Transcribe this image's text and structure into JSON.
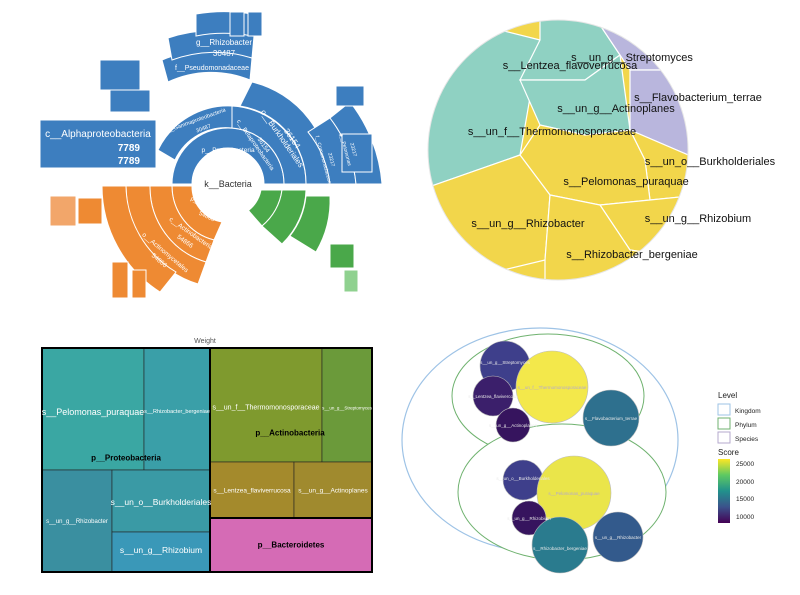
{
  "sunburst": {
    "root_label": "k__Bacteria",
    "nodes": [
      {
        "id": "proteo",
        "label": "p__Proteobacteria",
        "value_text": "74430"
      },
      {
        "id": "actino_p",
        "label": "p__Actinobacteria",
        "value_text": "54866"
      },
      {
        "id": "actino_c",
        "label": "c__Actinobacteria",
        "value_text": "54866"
      },
      {
        "id": "actino_o",
        "label": "o__Actinomycetales",
        "value_text": "54866"
      },
      {
        "id": "alpha",
        "label": "c__Alphaproteobacteria",
        "value_text": "7789"
      },
      {
        "id": "gamma",
        "label": "c__Gammaproteobacteria",
        "value_text": "30487"
      },
      {
        "id": "pseudo_o",
        "label": "o__Pseudomonadales",
        "value_text": "30487"
      },
      {
        "id": "pseudo_f",
        "label": "f__Pseudomonadaceae",
        "value_text": "30487"
      },
      {
        "id": "rhizo_g",
        "label": "g__Rhizobacter",
        "value_text": "30487"
      },
      {
        "id": "beta",
        "label": "c__Betaproteobacteria",
        "value_text": "36154"
      },
      {
        "id": "burk",
        "label": "o__Burkholderiales",
        "value_text": "36154"
      },
      {
        "id": "comam",
        "label": "f__Comamonadaceae",
        "value_text": "23217"
      },
      {
        "id": "pelo",
        "label": "g__Pelomonas",
        "value_text": "23217"
      }
    ]
  },
  "voronoi": {
    "labels": [
      {
        "id": "strepto",
        "text": "s__un_g__Streptomyces"
      },
      {
        "id": "lent",
        "text": "s__Lentzea_flavoverrucosa"
      },
      {
        "id": "actinoplanes",
        "text": "s__un_g__Actinoplanes"
      },
      {
        "id": "flavo",
        "text": "s__Flavobacterium_terrae"
      },
      {
        "id": "thermo",
        "text": "s__un_f__Thermomonosporaceae"
      },
      {
        "id": "burk",
        "text": "s__un_o__Burkholderiales"
      },
      {
        "id": "pelo",
        "text": "s__Pelomonas_puraquae"
      },
      {
        "id": "rhizobacter",
        "text": "s__un_g__Rhizobacter"
      },
      {
        "id": "rhizobium",
        "text": "s__un_g__Rhizobium"
      },
      {
        "id": "bergen",
        "text": "s__Rhizobacter_bergeniae"
      }
    ]
  },
  "treemap": {
    "title": "Weight",
    "phyla": [
      {
        "id": "proteo",
        "text": "p__Proteobacteria"
      },
      {
        "id": "actino",
        "text": "p__Actinobacteria"
      },
      {
        "id": "bactero",
        "text": "p__Bacteroidetes"
      }
    ],
    "species": [
      {
        "id": "pelo",
        "text": "s__Pelomonas_puraquae"
      },
      {
        "id": "bergen",
        "text": "s__Rhizobacter_bergeniae"
      },
      {
        "id": "rhizobacter",
        "text": "s__un_g__Rhizobacter"
      },
      {
        "id": "burk",
        "text": "s__un_o__Burkholderiales"
      },
      {
        "id": "rhizobium",
        "text": "s__un_g__Rhizobium"
      },
      {
        "id": "thermo",
        "text": "s__un_f__Thermomonosporaceae"
      },
      {
        "id": "strepto",
        "text": "s__un_g__Streptomyces"
      },
      {
        "id": "lent",
        "text": "s__Lentzea_flaviverrucosa"
      },
      {
        "id": "actinoplanes",
        "text": "s__un_g__Actinoplanes"
      }
    ]
  },
  "circles": {
    "legend_level_title": "Level",
    "legend_levels": [
      "Kingdom",
      "Phylum",
      "Species"
    ],
    "legend_score_title": "Score",
    "legend_score_ticks": [
      "25000",
      "20000",
      "15000",
      "10000"
    ],
    "species": [
      {
        "id": "strepto",
        "text": "s__un_g__Streptomyces"
      },
      {
        "id": "lent",
        "text": "s__Lentzea_flavivercosa"
      },
      {
        "id": "actinoplanes",
        "text": "s__un_g__Actinoplanes"
      },
      {
        "id": "thermo",
        "text": "s__un_f__Thermomonosporaceae"
      },
      {
        "id": "flavo",
        "text": "s__Flavobacterium_terrae"
      },
      {
        "id": "burk",
        "text": "s__un_o__Burkholderiales"
      },
      {
        "id": "pelo",
        "text": "s__Pelomonas_puraquae"
      },
      {
        "id": "rhizobium",
        "text": "s__un_g__Rhizobium"
      },
      {
        "id": "bergen",
        "text": "s__Rhizobacter_bergeniae"
      },
      {
        "id": "rhizobacter",
        "text": "s__un_g__Rhizobacter"
      }
    ]
  },
  "chart_data": [
    {
      "type": "sunburst",
      "root": "k__Bacteria",
      "colors": {
        "Proteobacteria": "#3d7ebf",
        "Actinobacteria": "#ee8a33",
        "Bacteroidetes": "#4aa84a"
      },
      "nodes": [
        {
          "name": "p__Proteobacteria",
          "value": 74430
        },
        {
          "name": "p__Actinobacteria",
          "value": 54866
        },
        {
          "name": "c__Actinobacteria",
          "value": 54866
        },
        {
          "name": "o__Actinomycetales",
          "value": 54866
        },
        {
          "name": "c__Alphaproteobacteria",
          "value": 7789
        },
        {
          "name": "c__Gammaproteobacteria",
          "value": 30487
        },
        {
          "name": "o__Pseudomonadales",
          "value": 30487
        },
        {
          "name": "f__Pseudomonadaceae",
          "value": 30487
        },
        {
          "name": "g__Rhizobacter",
          "value": 30487
        },
        {
          "name": "c__Betaproteobacteria",
          "value": 36154
        },
        {
          "name": "o__Burkholderiales",
          "value": 36154
        },
        {
          "name": "f__Comamonadaceae",
          "value": 23217
        },
        {
          "name": "g__Pelomonas",
          "value": 23217
        }
      ]
    },
    {
      "type": "voronoi-treemap",
      "cells": [
        {
          "name": "s__un_g__Streptomyces",
          "color": "#b9b6dd"
        },
        {
          "name": "s__Lentzea_flavoverrucosa",
          "color": "#8fd1c2"
        },
        {
          "name": "s__un_g__Actinoplanes",
          "color": "#8fd1c2"
        },
        {
          "name": "s__Flavobacterium_terrae",
          "color": "#b9b6dd"
        },
        {
          "name": "s__un_f__Thermomonosporaceae",
          "color": "#8fd1c2"
        },
        {
          "name": "s__un_o__Burkholderiales",
          "color": "#f2d64b"
        },
        {
          "name": "s__Pelomonas_puraquae",
          "color": "#f2d64b"
        },
        {
          "name": "s__un_g__Rhizobacter",
          "color": "#f2d64b"
        },
        {
          "name": "s__un_g__Rhizobium",
          "color": "#f2d64b"
        },
        {
          "name": "s__Rhizobacter_bergeniae",
          "color": "#f2d64b"
        }
      ]
    },
    {
      "type": "treemap",
      "title": "Weight",
      "groups": [
        {
          "name": "p__Proteobacteria",
          "color": "#3aa7a3",
          "children": [
            "s__Pelomonas_puraquae",
            "s__Rhizobacter_bergeniae",
            "s__un_g__Rhizobacter",
            "s__un_o__Burkholderiales",
            "s__un_g__Rhizobium"
          ]
        },
        {
          "name": "p__Actinobacteria",
          "color": "#7f9a2e",
          "children": [
            "s__un_f__Thermomonosporaceae",
            "s__un_g__Streptomyces",
            "s__Lentzea_flaviverrucosa",
            "s__un_g__Actinoplanes"
          ]
        },
        {
          "name": "p__Bacteroidetes",
          "color": "#d56bb5",
          "children": []
        }
      ]
    },
    {
      "type": "circle-packing",
      "legend": {
        "Level": [
          "Kingdom",
          "Phylum",
          "Species"
        ],
        "Score": {
          "min": 10000,
          "max": 25000,
          "ticks": [
            25000,
            20000,
            15000,
            10000
          ]
        }
      },
      "species": [
        {
          "name": "s__un_g__Streptomyces",
          "score": 11000
        },
        {
          "name": "s__Lentzea_flavivercosa",
          "score": 9500
        },
        {
          "name": "s__un_g__Actinoplanes",
          "score": 9000
        },
        {
          "name": "s__un_f__Thermomonosporaceae",
          "score": 25000
        },
        {
          "name": "s__Flavobacterium_terrae",
          "score": 15500
        },
        {
          "name": "s__un_o__Burkholderiales",
          "score": 11000
        },
        {
          "name": "s__Pelomonas_puraquae",
          "score": 25000
        },
        {
          "name": "s__un_g__Rhizobium",
          "score": 8500
        },
        {
          "name": "s__Rhizobacter_bergeniae",
          "score": 15500
        },
        {
          "name": "s__un_g__Rhizobacter",
          "score": 14500
        }
      ]
    }
  ]
}
